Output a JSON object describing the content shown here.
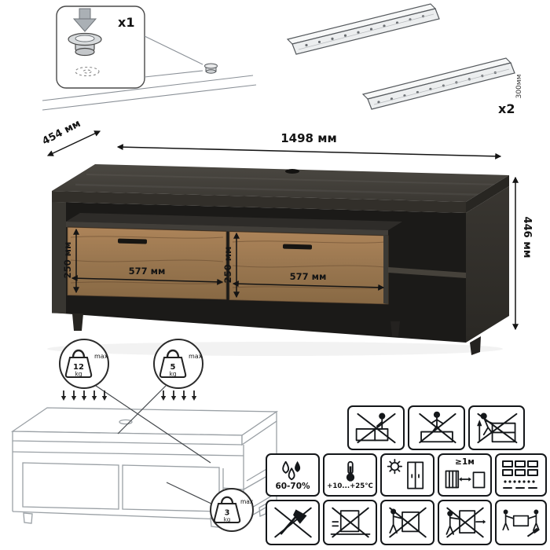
{
  "sheet": {
    "foot_callout": {
      "count": "x1"
    },
    "rail_callout": {
      "count": "x2",
      "length": "300мм"
    },
    "dims": {
      "width": "1498 мм",
      "depth": "454 мм",
      "height": "446 мм",
      "drawer1_width": "577 мм",
      "drawer2_width": "577 мм",
      "drawer1_height": "250 мм",
      "drawer2_height": "250 мм"
    },
    "loads": {
      "top": {
        "value": "12",
        "unit": "kg",
        "max": "max"
      },
      "shelf": {
        "value": "5",
        "unit": "kg",
        "max": "max"
      },
      "drawer": {
        "value": "3",
        "unit": "kg",
        "max": "max"
      }
    },
    "care": {
      "humidity": "60-70%",
      "temperature": "+10...+25°С",
      "distance": "≥1м"
    },
    "colors": {
      "top_wood": "#45423c",
      "drawer_wood": "#a07a52",
      "frame_dark": "#33312d"
    }
  }
}
